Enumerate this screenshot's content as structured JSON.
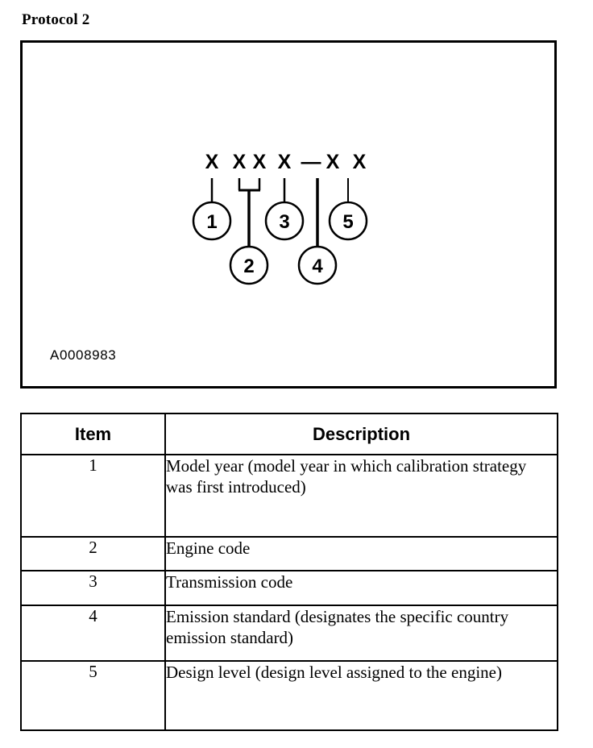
{
  "page": {
    "title": "Protocol 2",
    "background_color": "#ffffff",
    "line_color": "#000000"
  },
  "figure": {
    "id_label": "A0008983",
    "code_pattern": "X XX X — X X",
    "code_characters": [
      "X",
      "X",
      "X",
      "X",
      "—",
      "X",
      "X"
    ],
    "callouts": [
      {
        "number": "1",
        "row": "upper",
        "points_to": "character-1"
      },
      {
        "number": "2",
        "row": "lower",
        "points_to": "characters-2-3-bracket"
      },
      {
        "number": "3",
        "row": "upper",
        "points_to": "character-4"
      },
      {
        "number": "4",
        "row": "lower",
        "points_to": "character-6"
      },
      {
        "number": "5",
        "row": "upper",
        "points_to": "character-7"
      }
    ]
  },
  "table": {
    "headers": {
      "item": "Item",
      "description": "Description"
    },
    "rows": [
      {
        "item": "1",
        "description": "Model year (model year in which calibration strategy was first introduced)"
      },
      {
        "item": "2",
        "description": "Engine code"
      },
      {
        "item": "3",
        "description": "Transmission code"
      },
      {
        "item": "4",
        "description": "Emission standard (designates the specific country emission standard)"
      },
      {
        "item": "5",
        "description": "Design level (design level assigned to the engine)"
      }
    ]
  }
}
